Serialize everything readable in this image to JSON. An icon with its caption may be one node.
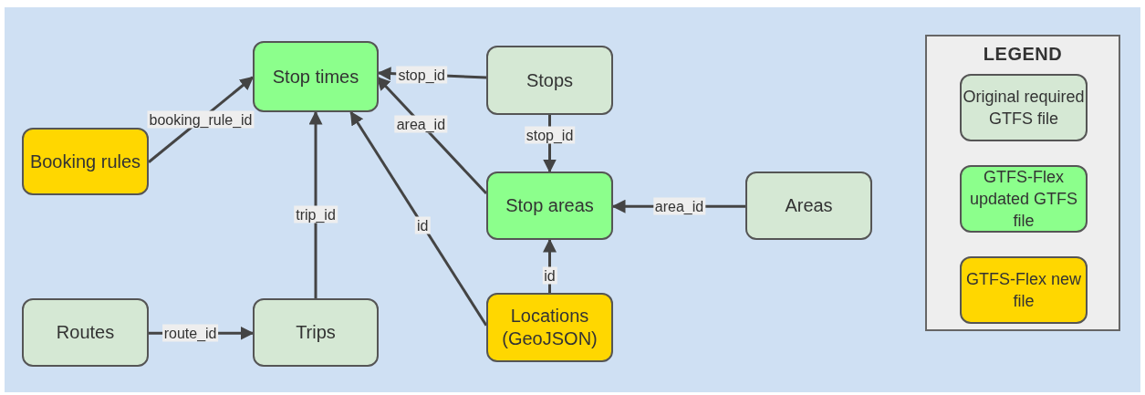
{
  "diagram": {
    "nodes": [
      {
        "text": [
          "Stop times"
        ]
      },
      {
        "text": [
          "Stops"
        ]
      },
      {
        "text": [
          "Booking rules"
        ]
      },
      {
        "text": [
          "Stop areas"
        ]
      },
      {
        "text": [
          "Areas"
        ]
      },
      {
        "text": [
          "Routes"
        ]
      },
      {
        "text": [
          "Trips"
        ]
      },
      {
        "text": [
          "Locations (GeoJSON)"
        ]
      }
    ],
    "edges": [
      {
        "from": 2,
        "to": 0,
        "arrow": "to",
        "label": "booking_rule_id"
      },
      {
        "from": 1,
        "to": 0,
        "arrow": "to",
        "label": "stop_id"
      },
      {
        "from": 1,
        "to": 3,
        "arrow": "to",
        "label": "stop_id"
      },
      {
        "from": 3,
        "to": 0,
        "arrow": "to",
        "label": "area_id"
      },
      {
        "from": 7,
        "to": 0,
        "arrow": "to",
        "label": "id"
      },
      {
        "from": 6,
        "to": 0,
        "arrow": "to",
        "label": "trip_id"
      },
      {
        "from": 4,
        "to": 3,
        "arrow": "to",
        "label": "area_id"
      },
      {
        "from": 7,
        "to": 3,
        "arrow": "to",
        "label": "id"
      },
      {
        "from": 5,
        "to": 6,
        "arrow": "to",
        "label": "route_id"
      }
    ],
    "labels": [
      "LEGEND"
    ],
    "legend": [
      {
        "text": "Original required GTFS file",
        "color": "#d5e8d4"
      },
      {
        "text": "GTFS-Flex updated GTFS file",
        "color": "#8cff8c"
      },
      {
        "text": "GTFS-Flex new file",
        "color": "#ffd700"
      }
    ]
  }
}
